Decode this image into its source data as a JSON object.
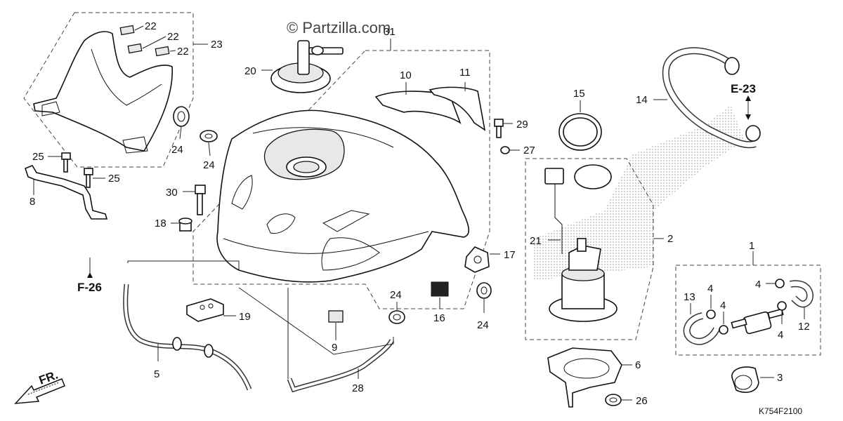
{
  "watermark": "© Partzilla.com",
  "diagram_code": "K754F2100",
  "refs": {
    "e23": "E-23",
    "f26": "F-26",
    "front": "FR."
  },
  "callouts": {
    "c1": "1",
    "c2": "2",
    "c3": "3",
    "c4a": "4",
    "c4b": "4",
    "c4c": "4",
    "c4d": "4",
    "c5": "5",
    "c6": "6",
    "c8": "8",
    "c9": "9",
    "c10": "10",
    "c11": "11",
    "c12": "12",
    "c13": "13",
    "c14": "14",
    "c15": "15",
    "c16": "16",
    "c17": "17",
    "c18": "18",
    "c19": "19",
    "c20": "20",
    "c21": "21",
    "c22a": "22",
    "c22b": "22",
    "c22c": "22",
    "c23": "23",
    "c24a": "24",
    "c24b": "24",
    "c24c": "24",
    "c24d": "24",
    "c25a": "25",
    "c25b": "25",
    "c26": "26",
    "c27": "27",
    "c28": "28",
    "c29": "29",
    "c30": "30",
    "c31": "31"
  }
}
